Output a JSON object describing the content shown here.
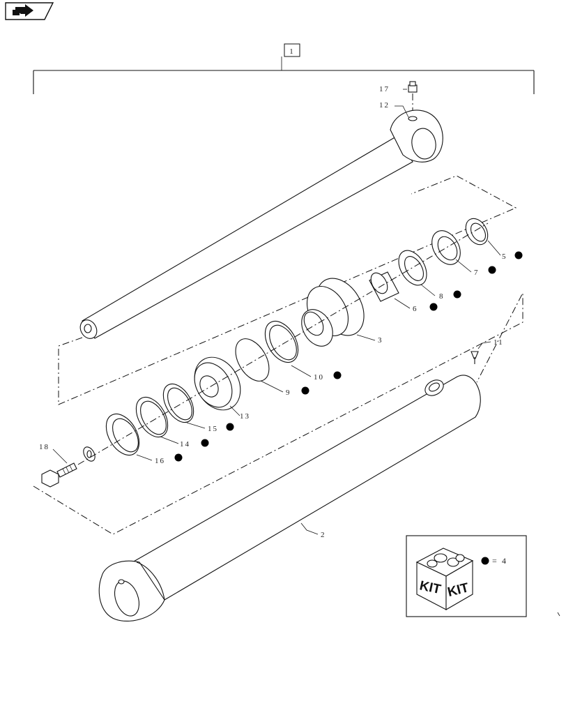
{
  "assembly_label": "1",
  "callouts": {
    "c2": "2",
    "c3": "3",
    "c5": "5",
    "c6": "6",
    "c7": "7",
    "c8": "8",
    "c9": "9",
    "c10": "10",
    "c11": "11",
    "c12": "12",
    "c13": "13",
    "c14": "14",
    "c15": "15",
    "c16": "16",
    "c17": "17",
    "c18": "18"
  },
  "kit": {
    "box_label_left": "KIT",
    "box_label_right": "KIT",
    "legend_equals": "=",
    "legend_item": "4"
  },
  "icons": {
    "nav": "next-page-arrow-icon"
  }
}
